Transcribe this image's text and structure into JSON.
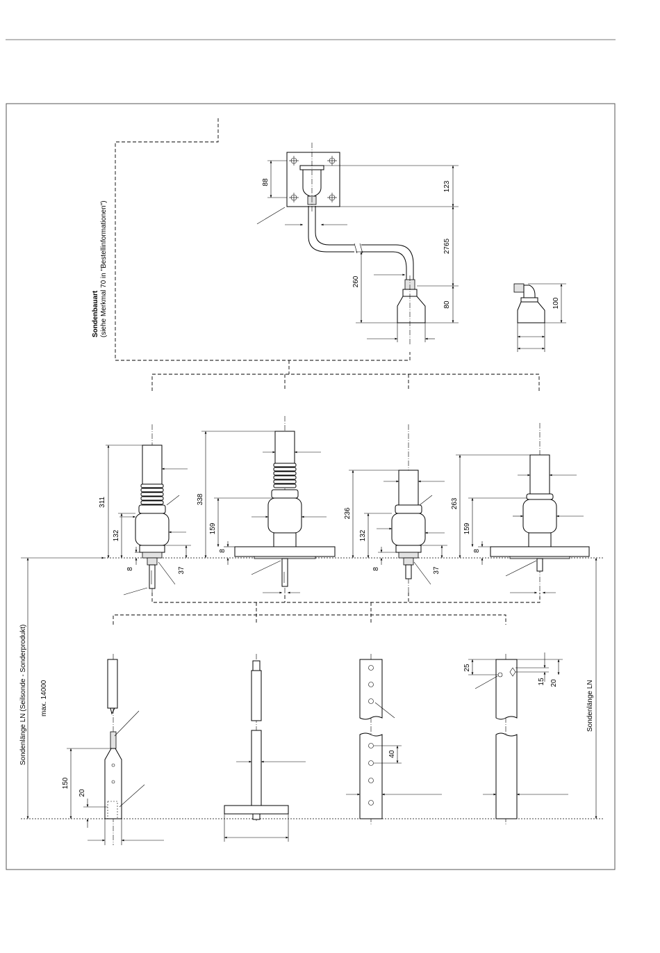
{
  "labels": {
    "sondenbauart_title": "Sondenbauart",
    "sondenbauart_sub": "(siehe Merkmal 70 in \"Bestellinformationen\")",
    "sondenlaenge_left": "Sondenlänge LN (Seilsonde - Sonderprodukt)",
    "sondenlaenge_left_max": "max. 14000",
    "sondenlaenge_right": "Sondenlänge LN"
  },
  "dimensions": {
    "d88": "88",
    "d123": "123",
    "d2765": "2765",
    "d260": "260",
    "d80": "80",
    "d100": "100",
    "d311": "311",
    "d132a": "132",
    "d8a": "8",
    "d37a": "37",
    "d338": "338",
    "d159a": "159",
    "d8b": "8",
    "d236": "236",
    "d132b": "132",
    "d8c": "8",
    "d37b": "37",
    "d263": "263",
    "d159b": "159",
    "d8d": "8",
    "d150": "150",
    "d20a": "20",
    "d40": "40",
    "d25": "25",
    "d15": "15",
    "d20b": "20"
  }
}
